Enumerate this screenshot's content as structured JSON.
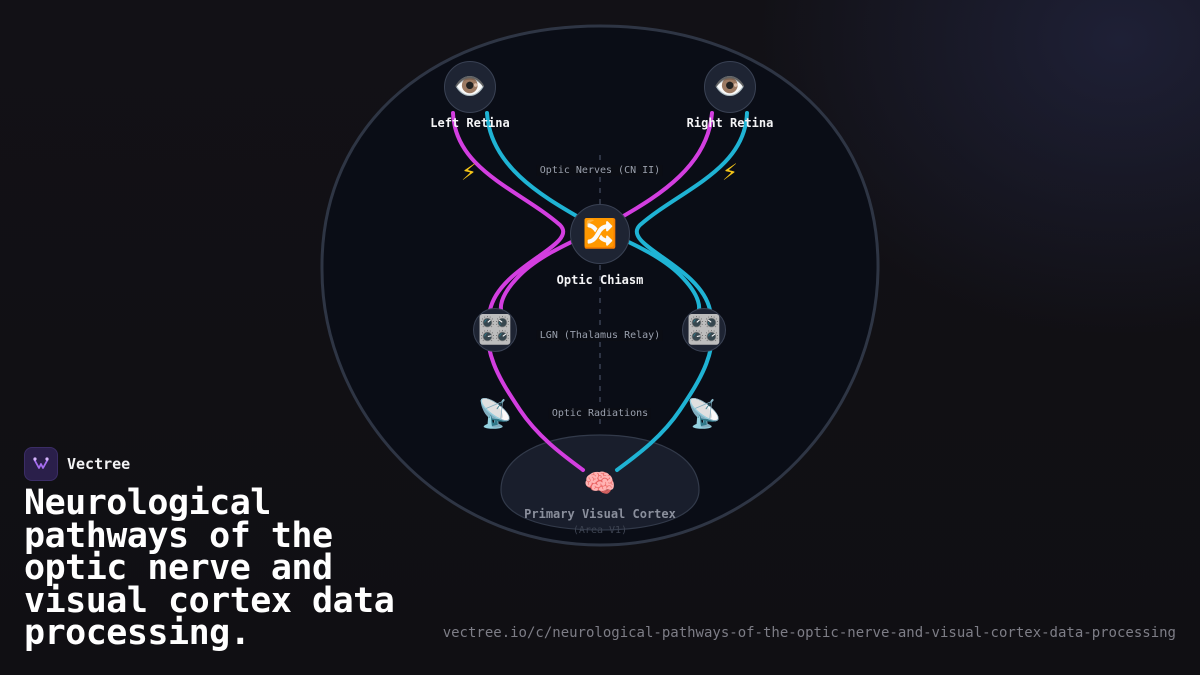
{
  "brand": {
    "name": "Vectree"
  },
  "headline": "Neurological pathways of the optic nerve and visual cortex data processing.",
  "url": "vectree.io/c/neurological-pathways-of-the-optic-nerve-and-visual-cortex-data-processing",
  "diagram": {
    "left_retina": {
      "label": "Left Retina",
      "icon": "eye-icon"
    },
    "right_retina": {
      "label": "Right Retina",
      "icon": "eye-icon"
    },
    "optic_nerves": {
      "label": "Optic Nerves (CN II)",
      "icon": "lightning-icon"
    },
    "chiasm": {
      "label": "Optic Chiasm",
      "icon": "shuffle-icon"
    },
    "lgn": {
      "label": "LGN (Thalamus Relay)",
      "icon": "control-knobs-icon"
    },
    "radiations": {
      "label": "Optic Radiations",
      "icon": "satellite-dish-icon"
    },
    "cortex": {
      "label": "Primary Visual Cortex",
      "sublabel": "(Area V1)",
      "icon": "brain-icon"
    }
  },
  "colors": {
    "pathway_magenta": "#d33ee0",
    "pathway_cyan": "#1fb3d4",
    "background": "#111014",
    "brain_outline": "#2e3544"
  }
}
